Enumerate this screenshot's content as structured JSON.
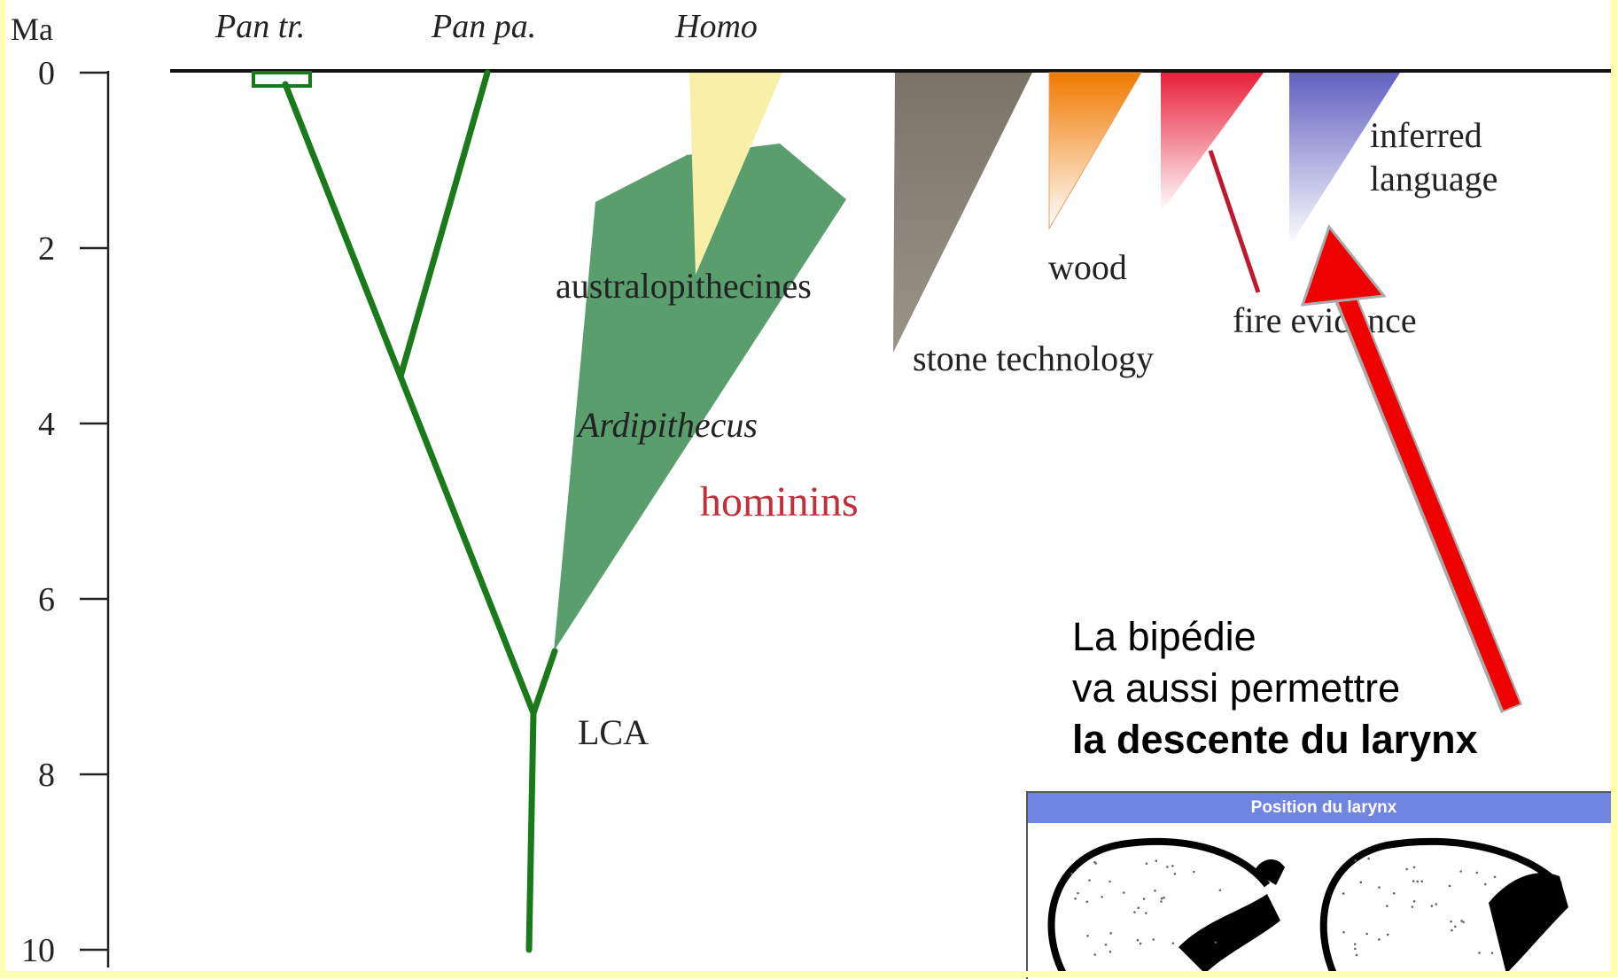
{
  "axis": {
    "unit_label": "Ma",
    "ticks": [
      "0",
      "2",
      "4",
      "6",
      "8",
      "10"
    ]
  },
  "taxa": {
    "pan_tr": "Pan tr.",
    "pan_pa": "Pan pa.",
    "homo": "Homo"
  },
  "labels": {
    "australopithecines": "australopithecines",
    "ardipithecus": "Ardipithecus",
    "hominins": "hominins",
    "lca": "LCA",
    "stone_technology": "stone technology",
    "wood": "wood",
    "fire_evidence": "fire evidence",
    "inferred_language": [
      "inferred",
      "language"
    ]
  },
  "caption": {
    "line1": "La bipédie",
    "line2": "va aussi permettre",
    "line3": "la descente du larynx"
  },
  "larynx_panel": {
    "title": "Position du larynx"
  },
  "colors": {
    "background": "#ffffcc",
    "tree_line": "#1a7a1a",
    "hominin_fill": "#5a9e6e",
    "homo_fill": "#f8f0a8",
    "stone_fill": "#807a70",
    "wood_fill": "#f08a10",
    "fire_fill": "#e83848",
    "language_fill": "#7070c0",
    "arrow": "#ee0000",
    "hominins_text": "#c0303a",
    "panel_header": "#6f86e0"
  }
}
